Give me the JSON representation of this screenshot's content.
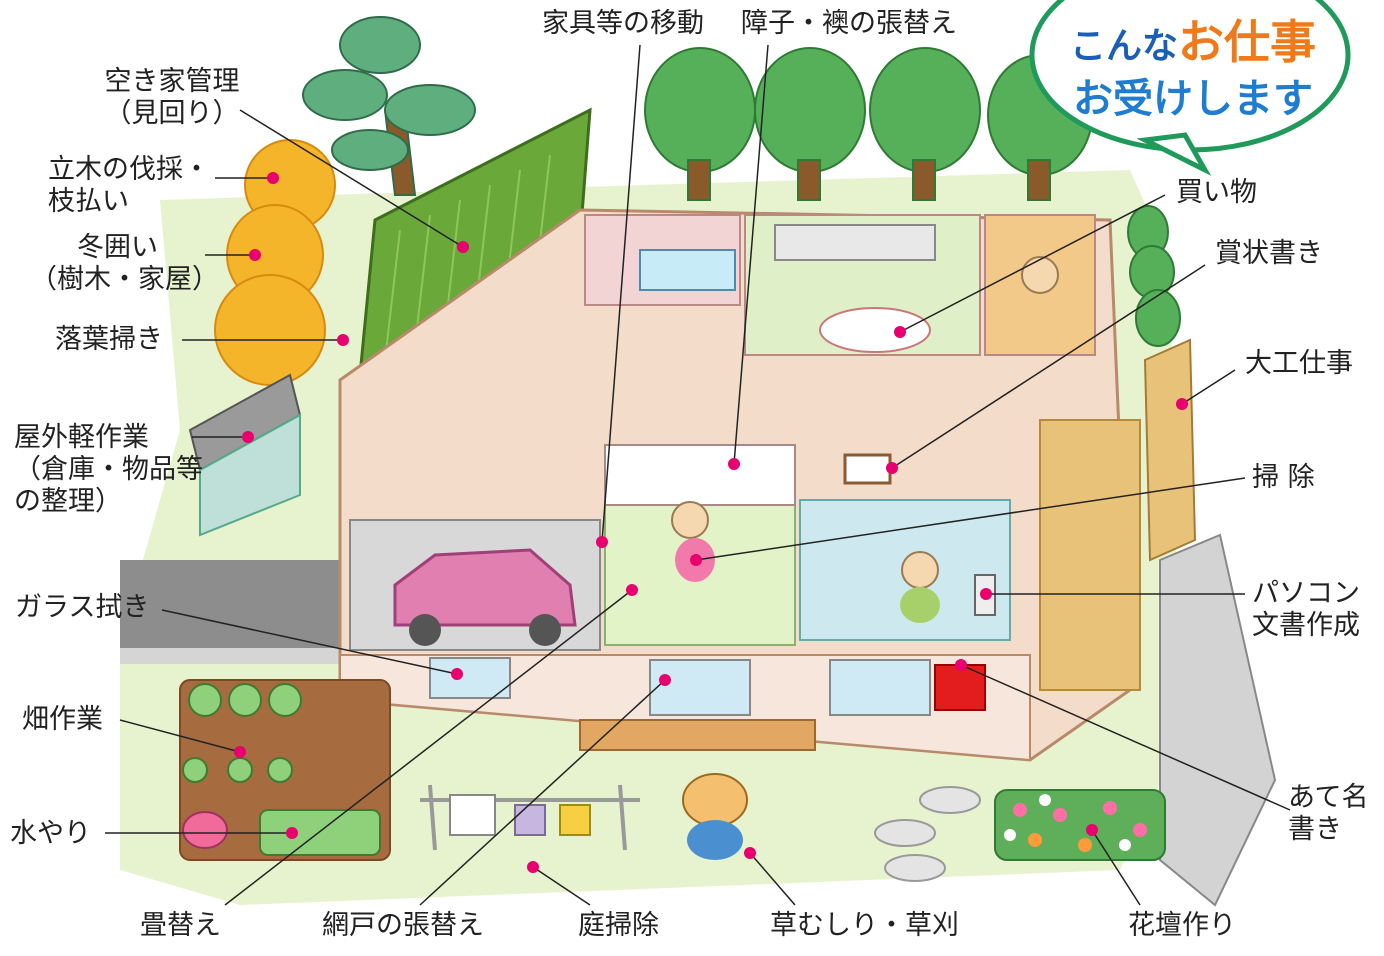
{
  "badge": {
    "line1_prefix": "こんな",
    "line1_emph": "お仕事",
    "line2": "お受けします"
  },
  "labels": {
    "akiya": "空き家管理\n（見回り）",
    "batsuboku": "立木の伐採・\n枝払い",
    "fuyugakoi": "冬囲い\n（樹木・家屋）",
    "rakuyou": "落葉掃き",
    "okugai": "屋外軽作業\n（倉庫・物品等\nの整理）",
    "garasu": "ガラス拭き",
    "hatake": "畑作業",
    "mizuyari": "水やり",
    "tatami": "畳替え",
    "amido": "網戸の張替え",
    "niwasouji": "庭掃除",
    "kusamushiri": "草むしり・草刈",
    "kadan": "花壇作り",
    "atena": "あて名\n書き",
    "pasokon": "パソコン\n文書作成",
    "souji": "掃 除",
    "daiku": "大工仕事",
    "shoujou": "賞状書き",
    "kaimono": "買い物",
    "shouji": "障子・襖の張替え",
    "kagu": "家具等の移動"
  },
  "colors": {
    "marker": "#e8006e",
    "badge_blue": "#1a5fb5",
    "badge_orange": "#f07a1a",
    "badge_ring": "#1f9a5a"
  }
}
